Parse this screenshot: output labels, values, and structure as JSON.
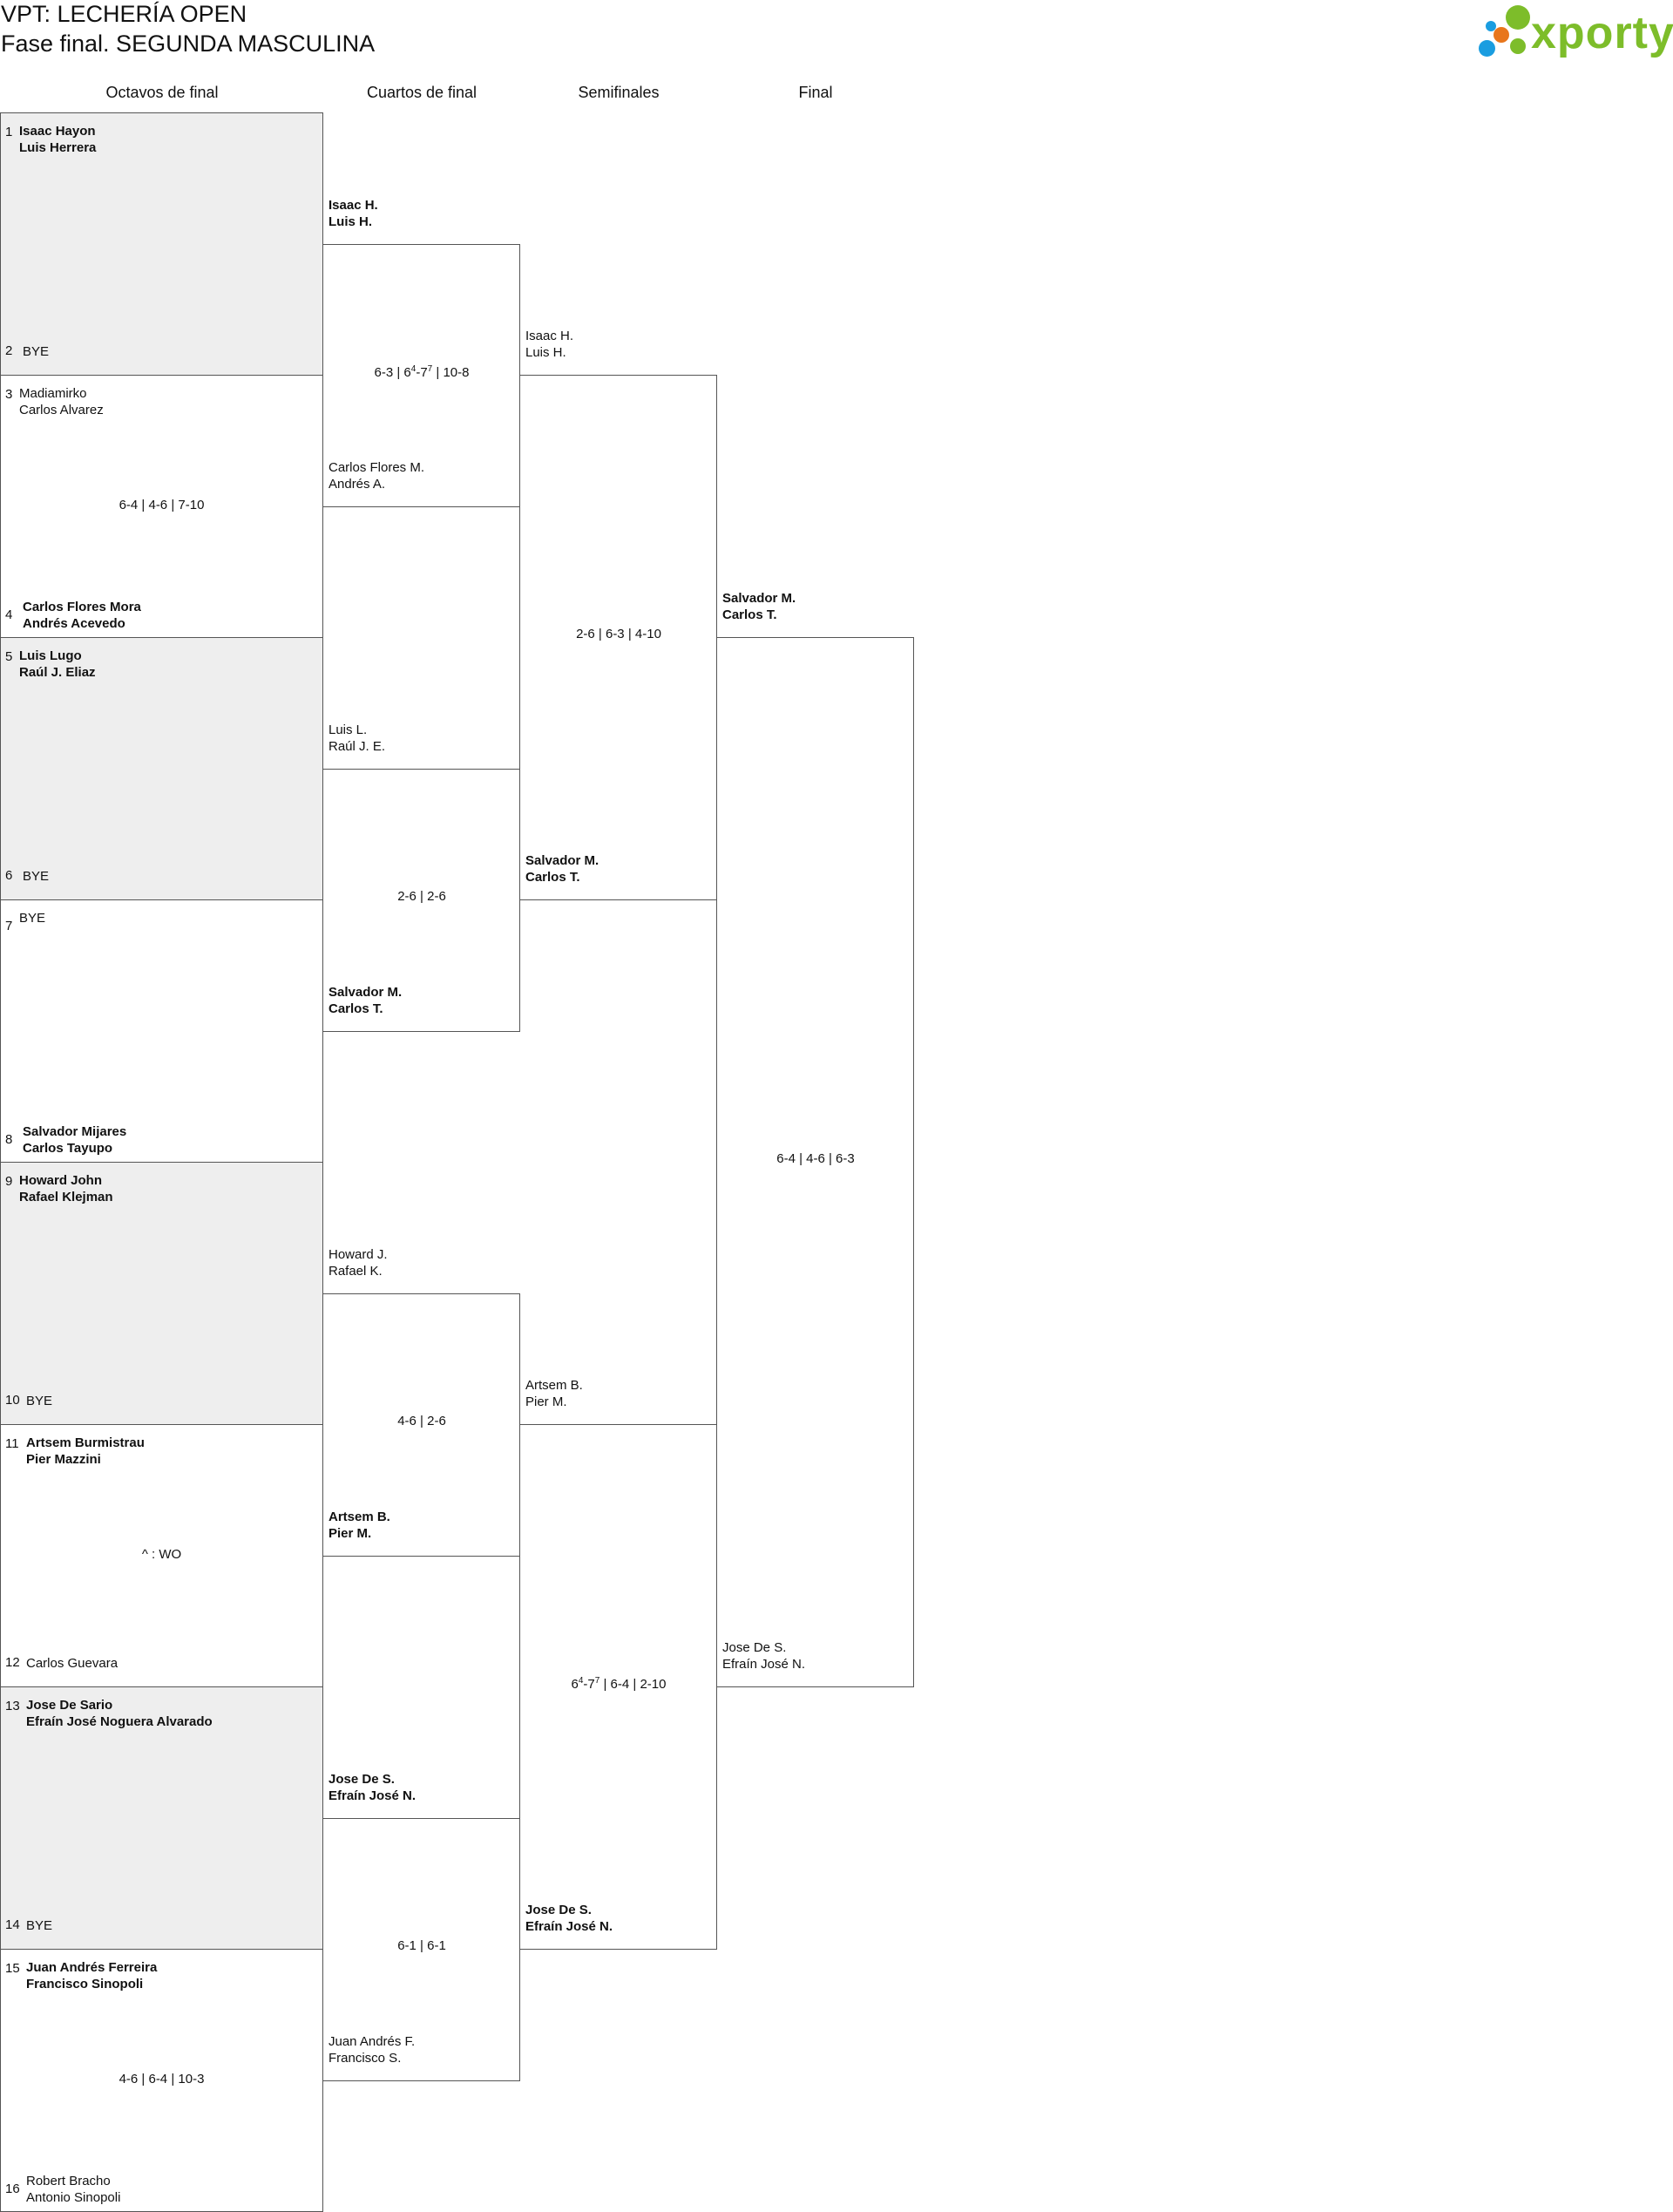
{
  "header": {
    "title_line1": "VPT: LECHERÍA OPEN",
    "title_line2": "Fase final. SEGUNDA MASCULINA",
    "logo_text": "xporty",
    "logo_colors": {
      "green": "#7dbd2a",
      "orange": "#e8761c",
      "blue": "#1a9de0"
    }
  },
  "rounds": [
    "Octavos de final",
    "Cuartos de final",
    "Semifinales",
    "Final"
  ],
  "r16": {
    "seeds": [
      "1",
      "2",
      "3",
      "4",
      "5",
      "6",
      "7",
      "8",
      "9",
      "10",
      "11",
      "12",
      "13",
      "14",
      "15",
      "16"
    ],
    "teams": [
      [
        "Isaac Hayon",
        "Luis Herrera"
      ],
      [
        "BYE"
      ],
      [
        "Madiamirko",
        "Carlos Alvarez"
      ],
      [
        "Carlos Flores Mora",
        "Andrés Acevedo"
      ],
      [
        "Luis Lugo",
        "Raúl J. Eliaz"
      ],
      [
        "BYE"
      ],
      [
        "BYE"
      ],
      [
        "Salvador Mijares",
        "Carlos Tayupo"
      ],
      [
        "Howard John",
        "Rafael Klejman"
      ],
      [
        "BYE"
      ],
      [
        "Artsem Burmistrau",
        "Pier Mazzini"
      ],
      [
        "Carlos Guevara"
      ],
      [
        "Jose De Sario",
        "Efraín José Noguera Alvarado"
      ],
      [
        "BYE"
      ],
      [
        "Juan Andrés Ferreira",
        "Francisco Sinopoli"
      ],
      [
        "Robert Bracho",
        "Antonio Sinopoli"
      ]
    ],
    "scores": [
      "",
      "6-4 | 4-6 | 7-10",
      "",
      "",
      "",
      "^ : WO",
      "",
      "4-6 | 6-4 | 10-3"
    ]
  },
  "qf": {
    "teams": [
      [
        "Isaac H.",
        "Luis H."
      ],
      [
        "Carlos Flores M.",
        "Andrés A."
      ],
      [
        "Luis L.",
        "Raúl J. E."
      ],
      [
        "Salvador M.",
        "Carlos T."
      ],
      [
        "Howard J.",
        "Rafael K."
      ],
      [
        "Artsem B.",
        "Pier M."
      ],
      [
        "Jose De S.",
        "Efraín José N."
      ],
      [
        "Juan Andrés F.",
        "Francisco S."
      ]
    ],
    "scores": [
      {
        "a": "6-3 | 6",
        "sa": "4",
        "b": "-7",
        "sb": "7",
        "c": " | 10-8"
      },
      {
        "a": "2-6 | 2-6",
        "sa": "",
        "b": "",
        "sb": "",
        "c": ""
      },
      {
        "a": "4-6 | 2-6",
        "sa": "",
        "b": "",
        "sb": "",
        "c": ""
      },
      {
        "a": "6-1 | 6-1",
        "sa": "",
        "b": "",
        "sb": "",
        "c": ""
      }
    ]
  },
  "sf": {
    "teams": [
      [
        "Isaac H.",
        "Luis H."
      ],
      [
        "Salvador M.",
        "Carlos T."
      ],
      [
        "Artsem B.",
        "Pier M."
      ],
      [
        "Jose De S.",
        "Efraín José N."
      ]
    ],
    "scores": [
      {
        "a": "2-6 | 6-3 | 4-10",
        "sa": "",
        "b": "",
        "sb": "",
        "c": ""
      },
      {
        "a": "6",
        "sa": "4",
        "b": "-7",
        "sb": "7",
        "c": " | 6-4 | 2-10"
      }
    ]
  },
  "final": {
    "teams": [
      [
        "Salvador M.",
        "Carlos T."
      ],
      [
        "Jose De S.",
        "Efraín José N."
      ]
    ],
    "score": {
      "a": "6-4 | 4-6 | 6-3",
      "sa": "",
      "b": "",
      "sb": "",
      "c": ""
    }
  }
}
